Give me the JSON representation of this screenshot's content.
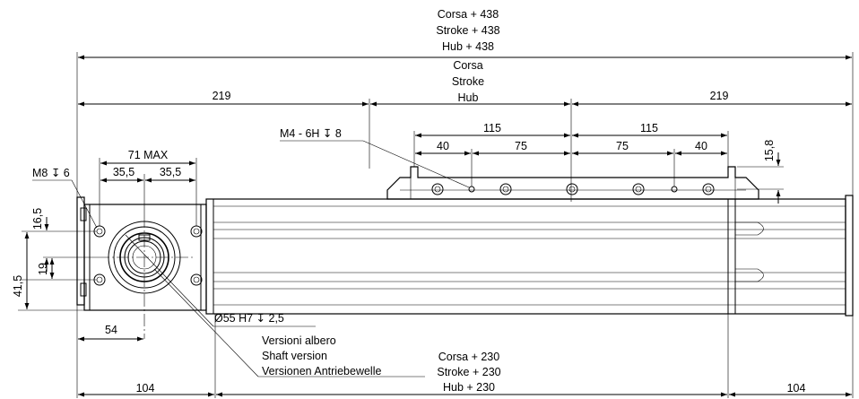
{
  "dimensions": {
    "top_total": [
      "Corsa + 438",
      "Stroke + 438",
      "Hub + 438"
    ],
    "stroke_mid": [
      "Corsa",
      "Stroke",
      "Hub"
    ],
    "left_219": "219",
    "right_219": "219",
    "thread_note": "M4 - 6H ↧ 8",
    "span_115_a": "115",
    "span_115_b": "115",
    "dim_40_a": "40",
    "dim_75_a": "75",
    "dim_75_b": "75",
    "dim_40_b": "40",
    "dim_15_8": "15,8",
    "max_71": "71 MAX",
    "half_35_5_a": "35,5",
    "half_35_5_b": "35,5",
    "m8_note": "M8 ↧ 6",
    "v_16_5": "16,5",
    "v_19": "19",
    "v_41_5": "41,5",
    "dim_54": "54",
    "bore_note": "Ø55 H7 ↧ 2,5",
    "bottom_left_104": "104",
    "bottom_right_104": "104",
    "bottom_mid": [
      "Corsa + 230",
      "Stroke + 230",
      "Hub + 230"
    ]
  },
  "notes": {
    "shaft_version": [
      "Versioni albero",
      "Shaft version",
      "Versionen Antriebewelle"
    ]
  }
}
